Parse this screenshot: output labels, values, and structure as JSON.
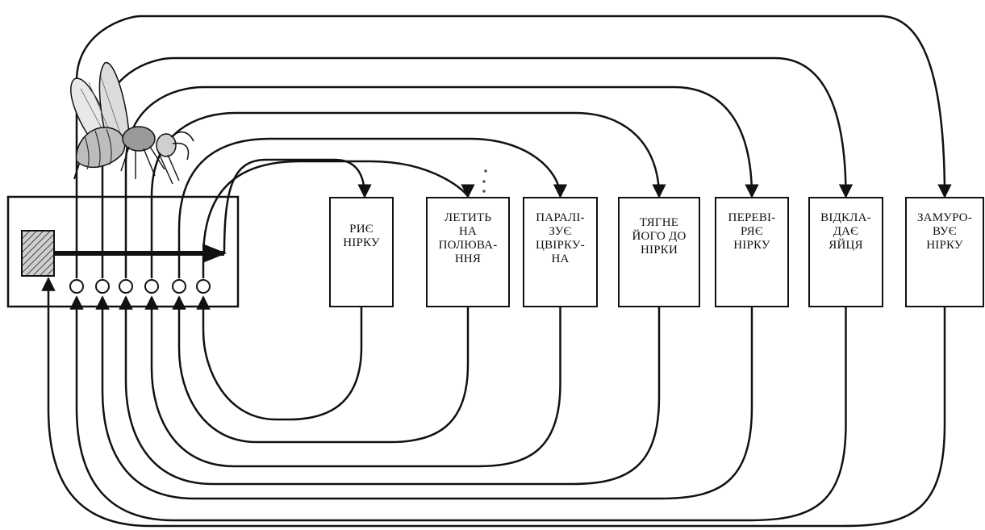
{
  "stages": [
    {
      "label": "РИЄ\nНІРКУ"
    },
    {
      "label": "ЛЕТИТЬ\nНА\nПОЛЮВА-\nННЯ"
    },
    {
      "label": "ПАРАЛІ-\nЗУЄ\nЦВІРКУ-\nНА"
    },
    {
      "label": "ТЯГНЕ\nЙОГО ДО\nНІРКИ"
    },
    {
      "label": "ПЕРЕВІ-\nРЯЄ\nНІРКУ"
    },
    {
      "label": "ВІДКЛА-\nДАЄ\nЯЙЦЯ"
    },
    {
      "label": "ЗАМУРО-\nВУЄ\nНІРКУ"
    }
  ],
  "insect_icon": "wasp-icon",
  "colors": {
    "line": "#111111",
    "background": "#ffffff",
    "hatch": "#555555"
  }
}
